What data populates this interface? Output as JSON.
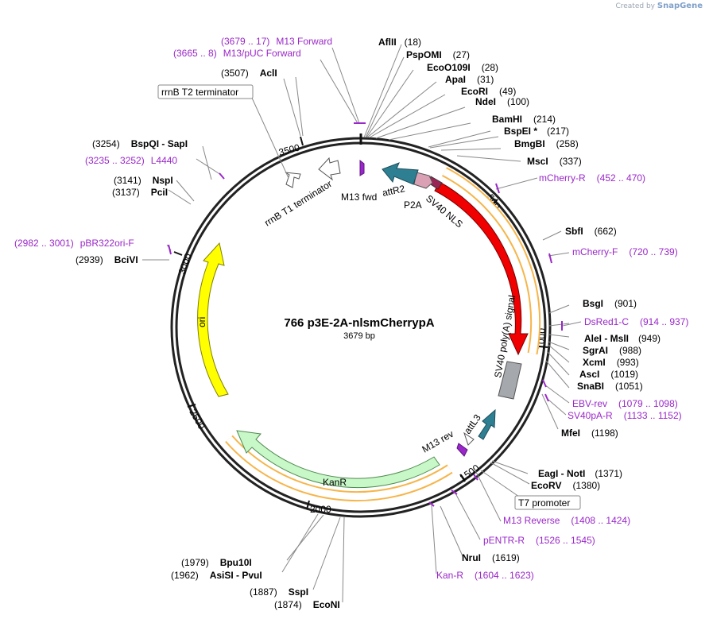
{
  "credit": {
    "prefix": "Created by",
    "brand": "SnapGene"
  },
  "plasmid": {
    "name": "766 p3E-2A-nlsmCherrypA",
    "length": "3679 bp"
  },
  "ticks": [
    "500",
    "1000",
    "1500",
    "2000",
    "2500",
    "3000",
    "3500"
  ],
  "enzymes": [
    {
      "name": "AflII",
      "pos": "(18)"
    },
    {
      "name": "PspOMI",
      "pos": "(27)"
    },
    {
      "name": "EcoO109I",
      "pos": "(28)"
    },
    {
      "name": "ApaI",
      "pos": "(31)"
    },
    {
      "name": "EcoRI",
      "pos": "(49)"
    },
    {
      "name": "NdeI",
      "pos": "(100)"
    },
    {
      "name": "BamHI",
      "pos": "(214)"
    },
    {
      "name": "BspEI *",
      "pos": "(217)"
    },
    {
      "name": "BmgBI",
      "pos": "(258)"
    },
    {
      "name": "MscI",
      "pos": "(337)"
    },
    {
      "name": "SbfI",
      "pos": "(662)"
    },
    {
      "name": "BsgI",
      "pos": "(901)"
    },
    {
      "name": "AleI - MslI",
      "pos": "(949)"
    },
    {
      "name": "SgrAI",
      "pos": "(988)"
    },
    {
      "name": "XcmI",
      "pos": "(993)"
    },
    {
      "name": "AscI",
      "pos": "(1019)"
    },
    {
      "name": "SnaBI",
      "pos": "(1051)"
    },
    {
      "name": "MfeI",
      "pos": "(1198)"
    },
    {
      "name": "EagI - NotI",
      "pos": "(1371)"
    },
    {
      "name": "EcoRV",
      "pos": "(1380)"
    },
    {
      "name": "NruI",
      "pos": "(1619)"
    },
    {
      "name": "SspI",
      "pos": "(1887)"
    },
    {
      "name": "EcoNI",
      "pos": "(1874)"
    },
    {
      "name": "Bpu10I",
      "pos": "(1979)"
    },
    {
      "name": "AsiSI - PvuI",
      "pos": "(1962)"
    },
    {
      "name": "BciVI",
      "pos": "(2939)"
    },
    {
      "name": "PciI",
      "pos": "(3137)"
    },
    {
      "name": "NspI",
      "pos": "(3141)"
    },
    {
      "name": "BspQI - SapI",
      "pos": "(3254)"
    },
    {
      "name": "AclI",
      "pos": "(3507)"
    }
  ],
  "primers": [
    {
      "name": "M13 Forward",
      "range": "(3679 .. 17)"
    },
    {
      "name": "M13/pUC Forward",
      "range": "(3665 .. 8)"
    },
    {
      "name": "mCherry-R",
      "range": "(452 .. 470)"
    },
    {
      "name": "mCherry-F",
      "range": "(720 .. 739)"
    },
    {
      "name": "DsRed1-C",
      "range": "(914 .. 937)"
    },
    {
      "name": "EBV-rev",
      "range": "(1079 .. 1098)"
    },
    {
      "name": "SV40pA-R",
      "range": "(1133 .. 1152)"
    },
    {
      "name": "M13 Reverse",
      "range": "(1408 .. 1424)"
    },
    {
      "name": "pENTR-R",
      "range": "(1526 .. 1545)"
    },
    {
      "name": "Kan-R",
      "range": "(1604 .. 1623)"
    },
    {
      "name": "pBR322ori-F",
      "range": "(2982 .. 3001)"
    },
    {
      "name": "L4440",
      "range": "(3235 .. 3252)"
    }
  ],
  "boxed_features": {
    "top": "rrnB T2 terminator",
    "t7": "T7 promoter"
  },
  "features": {
    "m13fwd": "M13 fwd",
    "rrnb_t1": "rrnB T1 terminator",
    "attr2": "attR2",
    "p2a": "P2A",
    "sv40nls": "SV40 NLS",
    "mcherry": "mCherry",
    "sv40polya": "SV40 poly(A) signal",
    "attl3": "attL3",
    "m13rev": "M13 rev",
    "kanr": "KanR",
    "ori": "ori"
  },
  "colors": {
    "primer": "#9a27c9",
    "mcherry": "#f00000",
    "att": "#2f7f93",
    "p2a": "#d9a1b3",
    "ori": "#ffff00",
    "kanr": "#c8f7c8",
    "orf_highlight": "#f6b54a",
    "polya": "#a5a8ad"
  }
}
